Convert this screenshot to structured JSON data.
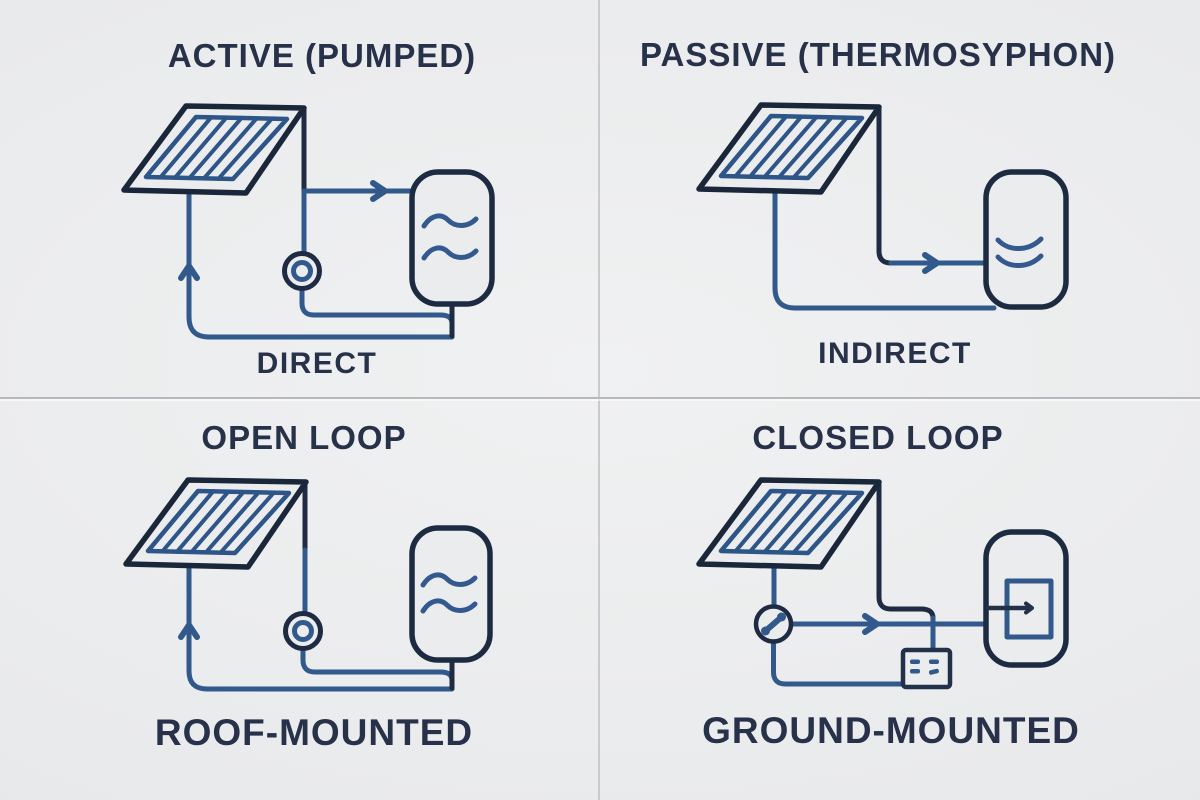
{
  "diagram": {
    "subject": "Solar water heating system types",
    "quadrants": {
      "top_left": {
        "title": "ACTIVE (PUMPED)",
        "caption": "DIRECT",
        "components": [
          "solar-panel-icon",
          "pump-icon",
          "storage-tank-icon",
          "flow-arrows"
        ]
      },
      "top_right": {
        "title": "PASSIVE (THERMOSYPHON)",
        "caption": "INDIRECT",
        "components": [
          "solar-panel-icon",
          "storage-tank-icon",
          "flow-arrow"
        ]
      },
      "bottom_left": {
        "title": "OPEN LOOP",
        "caption": "ROOF-MOUNTED",
        "components": [
          "solar-panel-icon",
          "pump-icon",
          "storage-tank-icon",
          "flow-arrows"
        ]
      },
      "bottom_right": {
        "title": "CLOSED LOOP",
        "caption": "GROUND-MOUNTED",
        "components": [
          "solar-panel-icon",
          "valve-pump-icon",
          "controller-icon",
          "storage-tank-icon",
          "heat-exchanger-icon",
          "flow-arrows"
        ]
      }
    },
    "colors": {
      "background": "#ebecee",
      "outline_dark_navy": "#1e2b42",
      "pipe_blue": "#31598c",
      "text_navy": "#273149",
      "divider_vertical": "#c8cacd",
      "divider_horizontal": "#b5b8bc"
    }
  }
}
